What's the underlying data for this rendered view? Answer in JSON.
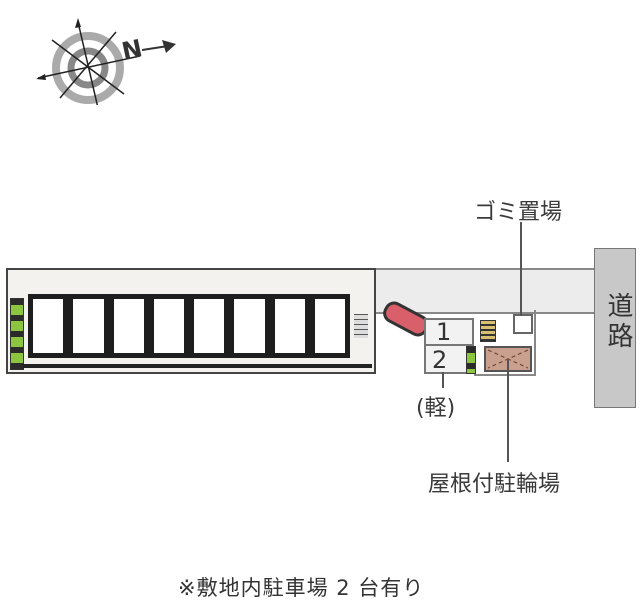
{
  "compass": {
    "north_label": "N",
    "icon": "compass-rose-icon"
  },
  "labels": {
    "garbage": "ゴミ置場",
    "road": "道路",
    "kei": "(軽)",
    "bicycle": "屋根付駐輪場"
  },
  "parking": {
    "slots": [
      {
        "number": "1"
      },
      {
        "number": "2"
      }
    ]
  },
  "building": {
    "unit_count": 8
  },
  "footer": {
    "note": "※敷地内駐車場 2 台有り"
  },
  "colors": {
    "road": "#c8c8c8",
    "hedge": "#8cc63f",
    "car": "#d9606a",
    "bicycle_shelter": "#c9a08e",
    "driveway": "#ececec"
  }
}
